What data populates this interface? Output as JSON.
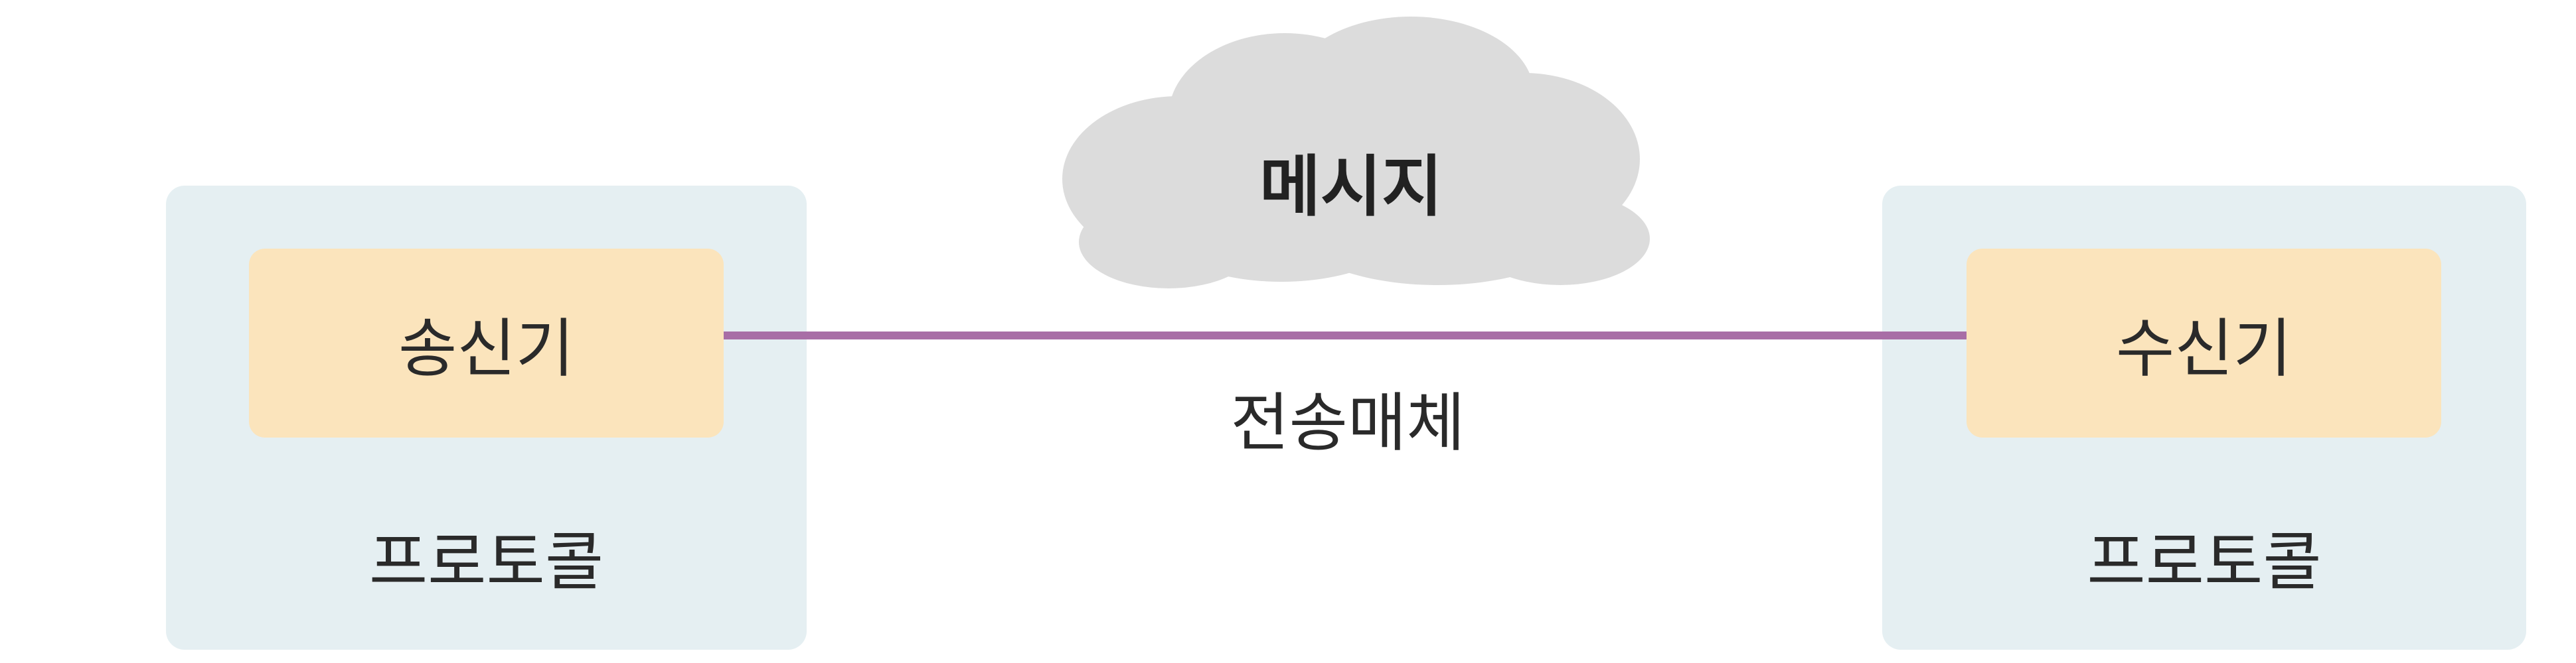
{
  "diagram": {
    "sender": {
      "label": "송신기",
      "protocol": "프로토콜"
    },
    "receiver": {
      "label": "수신기",
      "protocol": "프로토콜"
    },
    "medium": {
      "label": "전송매체"
    },
    "message": {
      "label": "메시지"
    }
  },
  "colors": {
    "outer_box": "#e5eff2",
    "inner_box": "#fbe4bc",
    "medium_line": "#a86ea6",
    "cloud": "#dcdcdc"
  }
}
